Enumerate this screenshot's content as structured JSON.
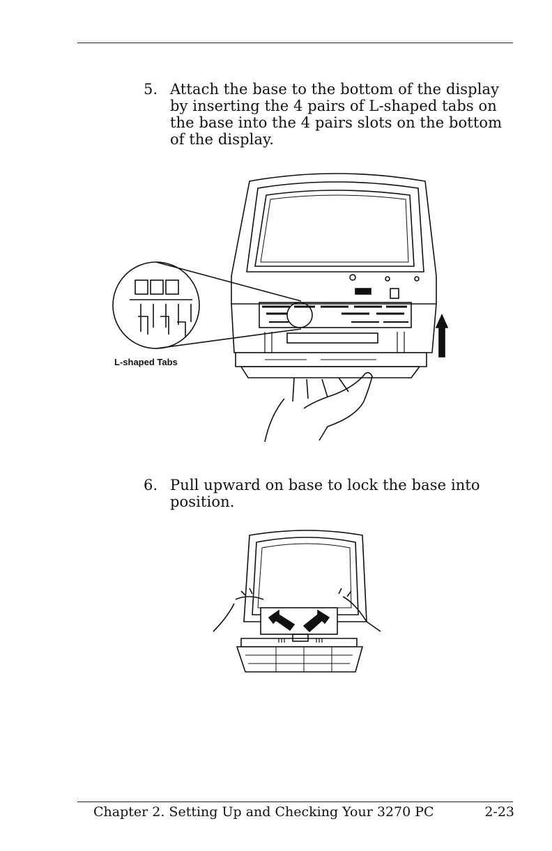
{
  "steps": [
    {
      "number": "5.",
      "lines": [
        "Attach the base to the bottom of the display",
        "by inserting the 4 pairs of L-shaped tabs on",
        "the base into the 4 pairs slots on the bottom",
        "of the display."
      ]
    },
    {
      "number": "6.",
      "lines": [
        "Pull upward on base to lock the base into",
        "position."
      ]
    }
  ],
  "figure1": {
    "callout": "L-shaped Tabs",
    "icons": [
      "display-monitor-icon",
      "magnifier-inset-icon",
      "up-arrow-icon",
      "hand-icon"
    ]
  },
  "figure2": {
    "icons": [
      "display-monitor-icon",
      "hands-icon",
      "up-arrow-icon"
    ]
  },
  "footer": {
    "chapter": "Chapter 2. Setting Up and Checking Your 3270 PC",
    "page": "2-23"
  }
}
